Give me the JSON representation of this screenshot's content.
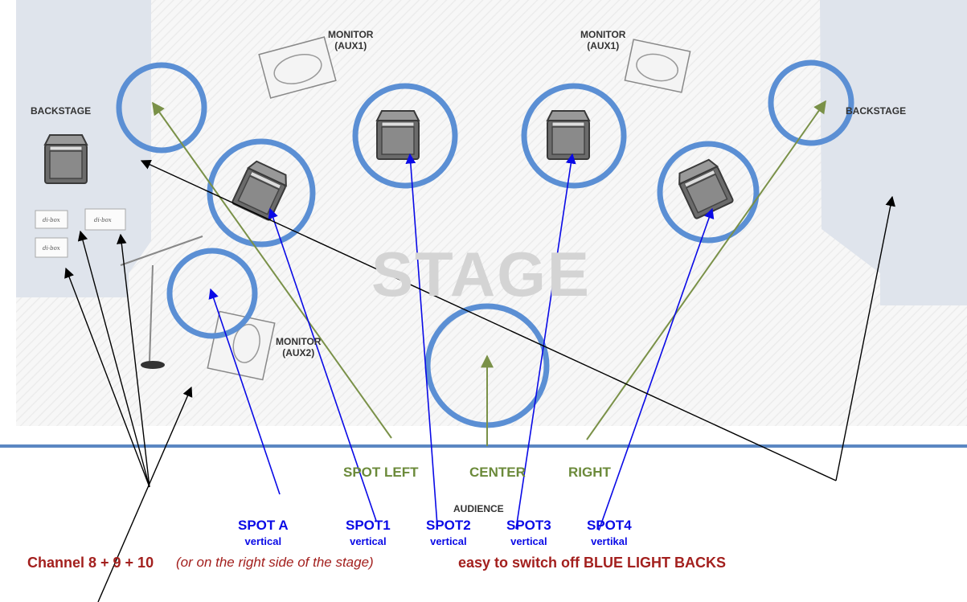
{
  "labels": {
    "monitor_top_left": "MONITOR\n(AUX1)",
    "monitor_top_left_l1": "MONITOR",
    "monitor_top_left_l2": "(AUX1)",
    "monitor_top_right_l1": "MONITOR",
    "monitor_top_right_l2": "(AUX1)",
    "monitor_bottom_l1": "MONITOR",
    "monitor_bottom_l2": "(AUX2)",
    "backstage_left": "BACKSTAGE",
    "backstage_right": "BACKSTAGE",
    "stage": "STAGE",
    "audience": "AUDIENCE",
    "dibox": "di-box"
  },
  "green_labels": {
    "spot_left": "SPOT LEFT",
    "center": "CENTER",
    "right": "RIGHT"
  },
  "spots": [
    {
      "name": "SPOT A",
      "sub": "vertical"
    },
    {
      "name": "SPOT1",
      "sub": "vertical"
    },
    {
      "name": "SPOT2",
      "sub": "vertical"
    },
    {
      "name": "SPOT3",
      "sub": "vertical"
    },
    {
      "name": "SPOT4",
      "sub": "vertikal"
    }
  ],
  "caption": {
    "channel": "Channel 8 + 9 + 10",
    "note": "(or on the right side of the stage)",
    "easy": "easy to switch off BLUE LIGHT BACKS"
  },
  "colors": {
    "blue_ring": "#5b8fd4",
    "blue_arrow": "#0a0ae6",
    "green_arrow": "#7a9148",
    "black_arrow": "#000000",
    "caption_red": "#a3201e",
    "stage_edge": "#5b87c2"
  }
}
